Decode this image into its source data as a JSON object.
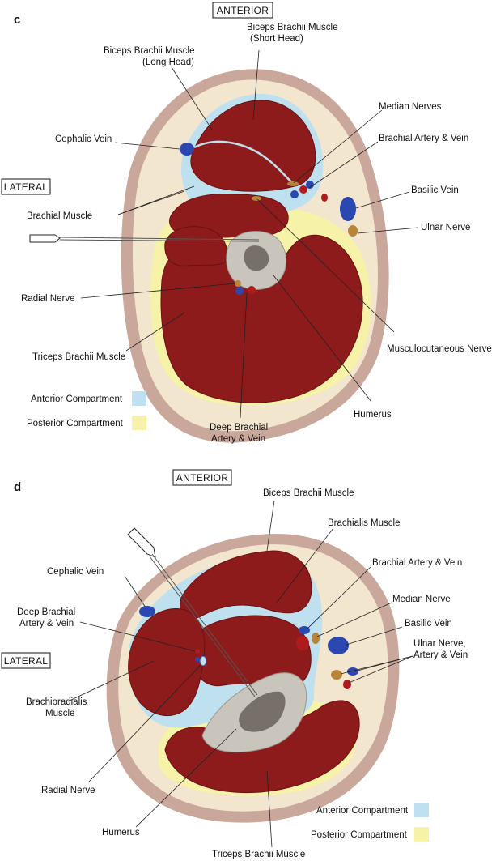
{
  "panel_c": {
    "letter": "c",
    "orientation": {
      "top": "ANTERIOR",
      "side": "LATERAL"
    },
    "labels": {
      "biceps_short_1": "Biceps Brachii Muscle",
      "biceps_short_2": "(Short Head)",
      "biceps_long_1": "Biceps Brachii Muscle",
      "biceps_long_2": "(Long Head)",
      "median_nerves": "Median Nerves",
      "cephalic_vein": "Cephalic Vein",
      "brachial_artery_vein": "Brachial Artery & Vein",
      "basilic_vein": "Basilic Vein",
      "brachial_muscle": "Brachial Muscle",
      "ulnar_nerve": "Ulnar Nerve",
      "radial_nerve": "Radial Nerve",
      "triceps": "Triceps Brachii Muscle",
      "musculocutaneous": "Musculocutaneous Nerve",
      "humerus": "Humerus",
      "deep_brachial_1": "Deep Brachial",
      "deep_brachial_2": "Artery & Vein"
    },
    "legend": {
      "anterior": "Anterior Compartment",
      "posterior": "Posterior Compartment"
    }
  },
  "panel_d": {
    "letter": "d",
    "orientation": {
      "top": "ANTERIOR",
      "side": "LATERAL"
    },
    "labels": {
      "biceps": "Biceps Brachii Muscle",
      "brachialis": "Brachialis Muscle",
      "brachial_artery_vein": "Brachial Artery & Vein",
      "cephalic_vein": "Cephalic Vein",
      "median_nerve": "Median Nerve",
      "deep_brachial_1": "Deep Brachial",
      "deep_brachial_2": "Artery & Vein",
      "basilic_vein": "Basilic Vein",
      "ulnar_1": "Ulnar Nerve,",
      "ulnar_2": "Artery & Vein",
      "brachioradialis_1": "Brachioradialis",
      "brachioradialis_2": "Muscle",
      "radial_nerve": "Radial Nerve",
      "humerus": "Humerus",
      "triceps": "Triceps Brachii Muscle"
    },
    "legend": {
      "anterior": "Anterior Compartment",
      "posterior": "Posterior Compartment"
    }
  },
  "colors": {
    "skin": "#c9a79b",
    "fat": "#f3e6cf",
    "muscle": "#8e1b1b",
    "muscle_line": "#6a1010",
    "anterior_compartment": "#bfe0ee",
    "posterior_compartment": "#f6f2a8",
    "bone": "#c9c4bc",
    "marrow": "#77706a",
    "vein": "#2b47b0",
    "artery": "#b01a1a",
    "nerve": "#b98438"
  }
}
